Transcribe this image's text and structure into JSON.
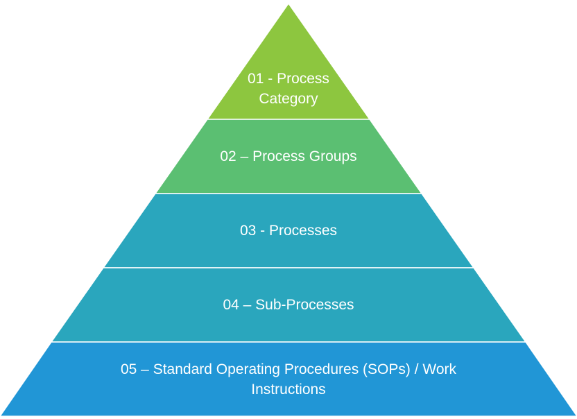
{
  "pyramid": {
    "levels": [
      {
        "label": "01 - Process Category",
        "color": "#8dc63f"
      },
      {
        "label": "02 – Process Groups",
        "color": "#5bbf72"
      },
      {
        "label": "03 - Processes",
        "color": "#2aa6bd"
      },
      {
        "label": "04 – Sub-Processes",
        "color": "#2aa6bd"
      },
      {
        "label": "05 – Standard Operating Procedures (SOPs) / Work Instructions",
        "color": "#2196d6"
      }
    ]
  }
}
